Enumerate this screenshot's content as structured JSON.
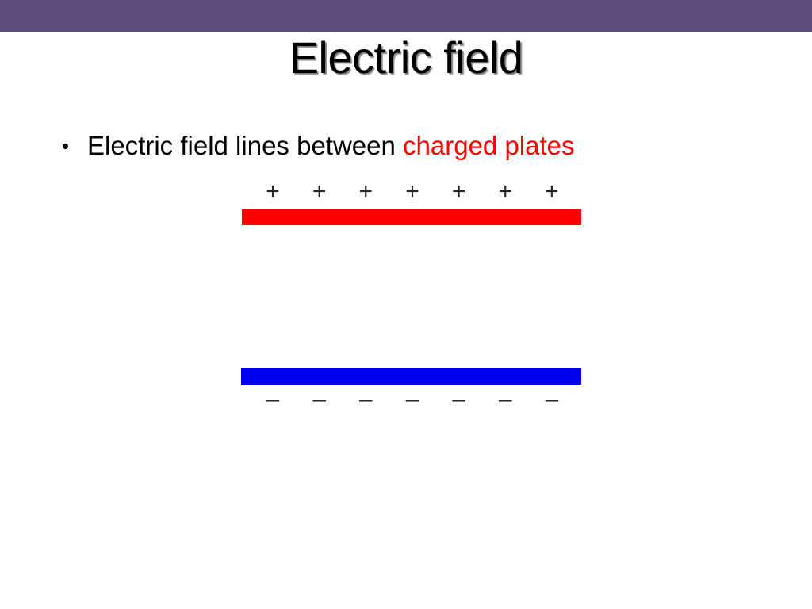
{
  "slide": {
    "title": "Electric field",
    "background_color": "#ffffff",
    "header_band_color": "#5f4e7d"
  },
  "bullet": {
    "glyph": "•",
    "text_plain": "Electric field lines between ",
    "text_accent": "charged plates",
    "accent_color": "#ff0000",
    "text_color": "#000000"
  },
  "diagram": {
    "name": "charged-parallel-plates",
    "positive_plate": {
      "label": "positive plate",
      "color": "#ff0000",
      "charge_symbol": "+",
      "charge_count": 7,
      "charges": [
        "+",
        "+",
        "+",
        "+",
        "+",
        "+",
        "+"
      ]
    },
    "negative_plate": {
      "label": "negative plate",
      "color": "#0000f0",
      "charge_symbol": "–",
      "charge_count": 7,
      "charges": [
        "–",
        "–",
        "–",
        "–",
        "–",
        "–",
        "–"
      ]
    },
    "field_lines": []
  }
}
